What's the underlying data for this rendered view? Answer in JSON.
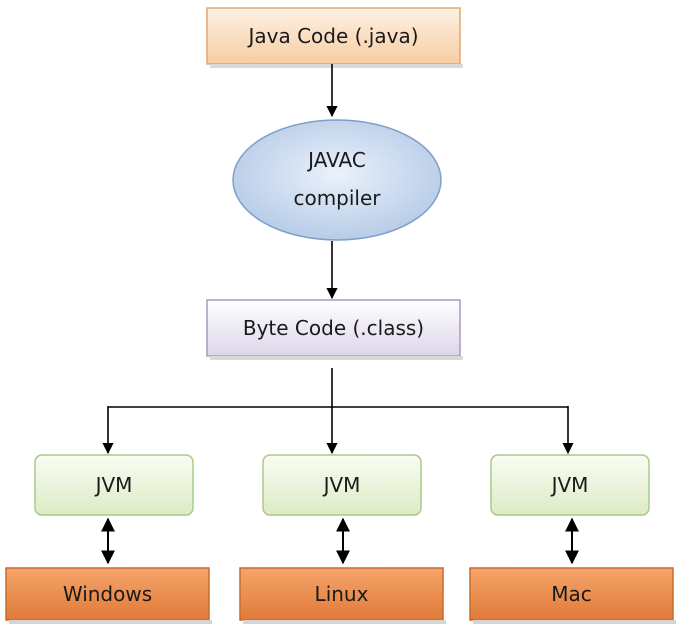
{
  "source": {
    "label": "Java Code (.java)"
  },
  "compiler": {
    "line1": "JAVAC",
    "line2": "compiler"
  },
  "bytecode": {
    "label": "Byte Code (.class)"
  },
  "platforms": [
    {
      "jvm": "JVM",
      "os": "Windows"
    },
    {
      "jvm": "JVM",
      "os": "Linux"
    },
    {
      "jvm": "JVM",
      "os": "Mac"
    }
  ]
}
